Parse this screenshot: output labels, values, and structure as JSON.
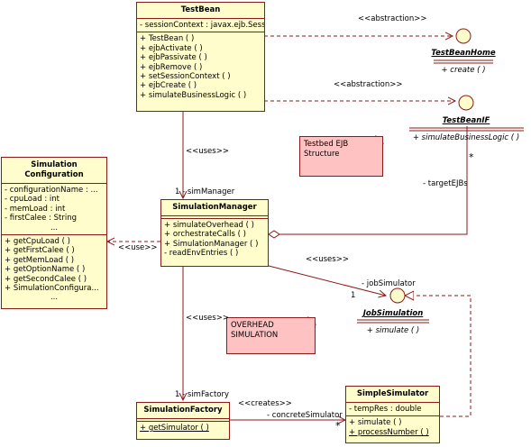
{
  "testbean": {
    "name": "TestBean",
    "attributes": [
      "- sessionContext : javax.ejb.SessionContext"
    ],
    "operations": [
      "+ TestBean ( )",
      "+ ejbActivate ( )",
      "+ ejbPassivate ( )",
      "+ ejbRemove ( )",
      "+ setSessionContext ( )",
      "+ ejbCreate ( )",
      "+ simulateBusinessLogic ( )"
    ]
  },
  "testbeanhome": {
    "name": "TestBeanHome",
    "operation": "+ create ( )"
  },
  "testbeanif": {
    "name": "TestBeanIF",
    "operation": "+ simulateBusinessLogic ( )"
  },
  "note_testbed": {
    "line1": "Testbed EJB",
    "line2": "Structure"
  },
  "note_overhead": {
    "line1": "OVERHEAD",
    "line2": "SIMULATION"
  },
  "simconfig": {
    "name_line1": "Simulation",
    "name_line2": "Configuration",
    "attributes": [
      "- configurationName : ...",
      "- cpuLoad : int",
      "- memLoad : int",
      "- firstCalee : String",
      "..."
    ],
    "operations": [
      "+ getCpuLoad ( )",
      "+ getFirstCalee ( )",
      "+ getMemLoad ( )",
      "+ getOptionName ( )",
      "+ getSecondCalee ( )",
      "+ SimulationConfigura...",
      "..."
    ]
  },
  "simmanager": {
    "name": "SimulationManager",
    "operations": [
      "+ simulateOverhead ( )",
      "+ orchestrateCalls ( )",
      "+ SimulationManager ( )",
      "- readEnvEntries ( )"
    ]
  },
  "jobsimulation": {
    "name": "JobSimulation",
    "operation": "+ simulate ( )"
  },
  "simfactory": {
    "name": "SimulationFactory",
    "operation": "+ getSimulator ( )"
  },
  "simplesimulator": {
    "name": "SimpleSimulator",
    "attributes": [
      "- tempRes : double"
    ],
    "operations": [
      "+ simulate ( )",
      "+ processNumber ( )"
    ]
  },
  "labels": {
    "abstraction1": "<<abstraction>>",
    "abstraction2": "<<abstraction>>",
    "uses1": "<<uses>>",
    "uses2": "<<use>>",
    "uses3": "<<uses>>",
    "uses4": "<<uses>>",
    "creates": "<<creates>>",
    "simmanager_role": "1 - simManager",
    "targetejbs": "- targetEJBs",
    "star_target": "*",
    "jobsim_role": "- jobSimulator",
    "jobsim_mult": "1",
    "simfactory_role": "1 - simFactory",
    "concrete_role": "- concreteSimulator",
    "concrete_mult": "*"
  },
  "colors": {
    "class_fill": "#fffdcc",
    "border": "#8b1a1a",
    "note_fill": "#ffc2c2"
  }
}
